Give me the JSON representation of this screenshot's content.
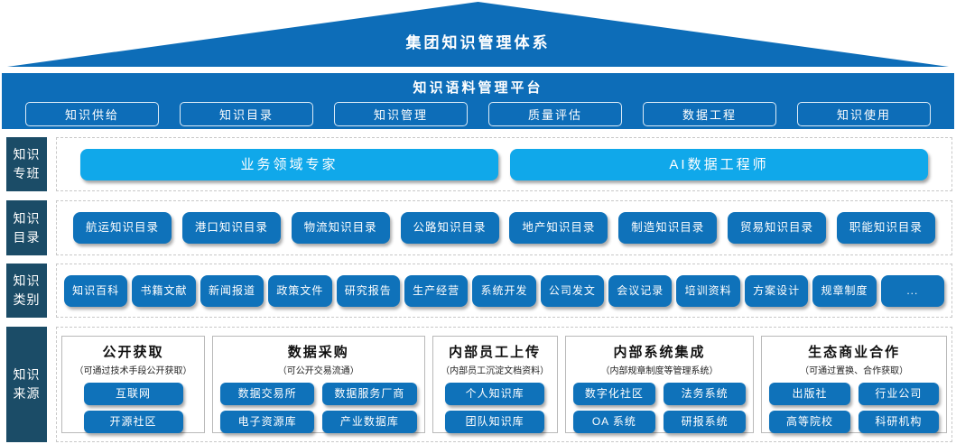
{
  "colors": {
    "primary_blue": "#0d6db8",
    "button_blue": "#0f72ba",
    "cyan_accent": "#10a8ea",
    "label_navy": "#1b4c67"
  },
  "roof": {
    "title": "集团知识管理体系"
  },
  "platform": {
    "title": "知识语料管理平台",
    "buttons": [
      "知识供给",
      "知识目录",
      "知识管理",
      "质量评估",
      "数据工程",
      "知识使用"
    ]
  },
  "row_labels": {
    "team": [
      "知识",
      "专班"
    ],
    "catalog": [
      "知识",
      "目录"
    ],
    "category": [
      "知识",
      "类别"
    ],
    "source": [
      "知识",
      "来源"
    ]
  },
  "team": {
    "items": [
      "业务领域专家",
      "AI数据工程师"
    ]
  },
  "catalog": {
    "items": [
      "航运知识目录",
      "港口知识目录",
      "物流知识目录",
      "公路知识目录",
      "地产知识目录",
      "制造知识目录",
      "贸易知识目录",
      "职能知识目录"
    ]
  },
  "category": {
    "items": [
      "知识百科",
      "书籍文献",
      "新闻报道",
      "政策文件",
      "研究报告",
      "生产经营",
      "系统开发",
      "公司发文",
      "会议记录",
      "培训资料",
      "方案设计",
      "规章制度",
      "..."
    ]
  },
  "source": {
    "groups": [
      {
        "title": "公开获取",
        "subtitle": "（可通过技术手段公开获取）",
        "items": [
          "互联网",
          "开源社区"
        ]
      },
      {
        "title": "数据采购",
        "subtitle": "（可公开交易流通）",
        "items": [
          "数据交易所",
          "数据服务厂商",
          "电子资源库",
          "产业数据库"
        ]
      },
      {
        "title": "内部员工上传",
        "subtitle": "（内部员工沉淀文档资料）",
        "items": [
          "个人知识库",
          "团队知识库"
        ]
      },
      {
        "title": "内部系统集成",
        "subtitle": "（内部规章制度等管理系统）",
        "items": [
          "数字化社区",
          "法务系统",
          "OA 系统",
          "研报系统"
        ]
      },
      {
        "title": "生态商业合作",
        "subtitle": "（可通过置换、合作获取）",
        "items": [
          "出版社",
          "行业公司",
          "高等院校",
          "科研机构"
        ]
      }
    ]
  }
}
